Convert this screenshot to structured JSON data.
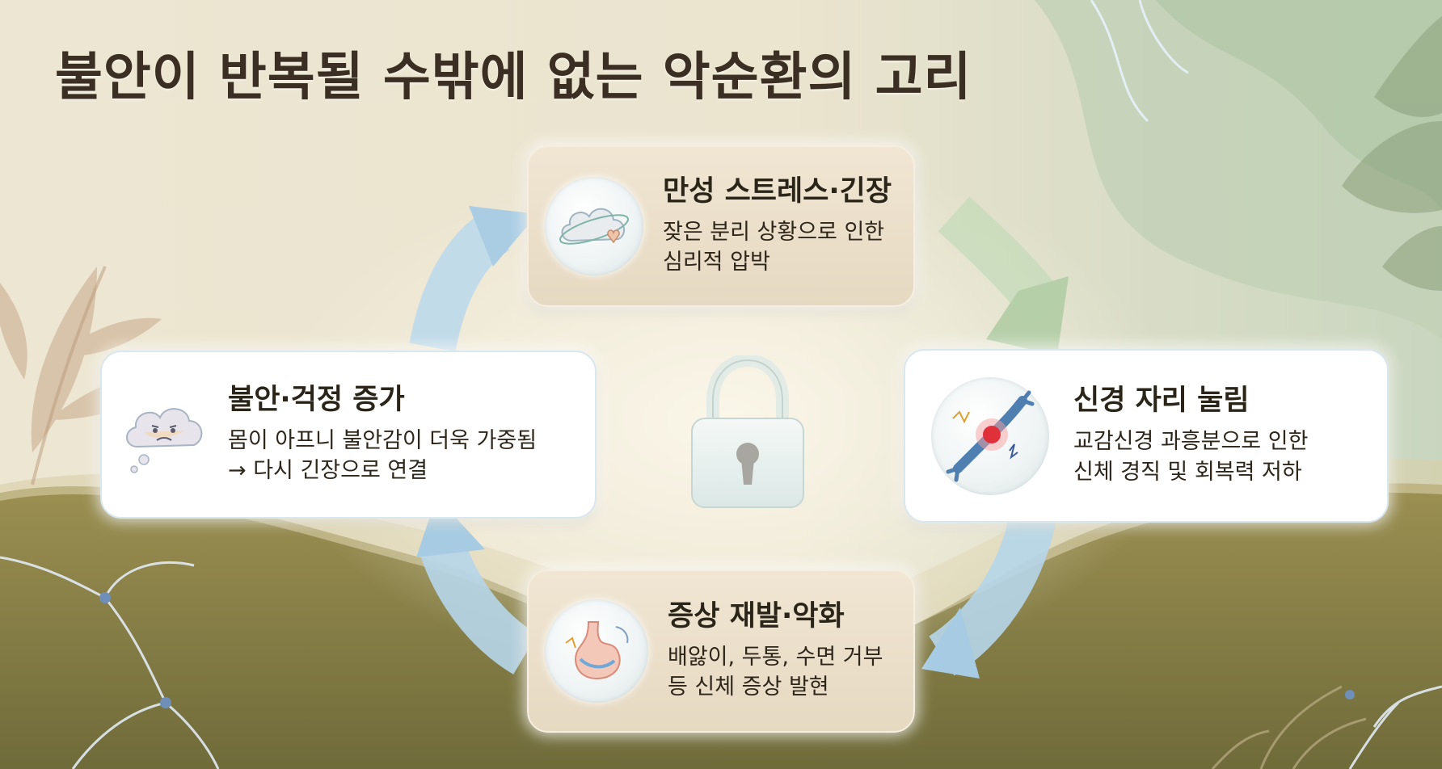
{
  "title": "불안이 반복될 수밖에 없는 악순환의 고리",
  "colors": {
    "title": "#3a2f22",
    "card_beige": "#eadfcb",
    "card_white": "#ffffff",
    "arrow_blue": "#a9cde3",
    "arrow_green": "#b9d3b0",
    "ground": "#8a7e45"
  },
  "center_icon": "lock-icon",
  "nodes": [
    {
      "id": "stress",
      "icon": "cloud-heart-icon",
      "title": "만성 스트레스·긴장",
      "desc": "잦은 분리 상황으로 인한\n심리적 압박"
    },
    {
      "id": "nerve",
      "icon": "pinched-nerve-icon",
      "title": "신경 자리 눌림",
      "desc": "교감신경 과흥분으로 인한\n신체 경직 및 회복력 저하"
    },
    {
      "id": "symptom",
      "icon": "stomach-icon",
      "title": "증상 재발·악화",
      "desc": "배앓이, 두통, 수면 거부\n등 신체 증상 발현"
    },
    {
      "id": "anxiety",
      "icon": "worried-cloud-icon",
      "title": "불안·걱정 증가",
      "desc": "몸이 아프니 불안감이 더욱 가중됨\n→ 다시 긴장으로 연결"
    }
  ]
}
